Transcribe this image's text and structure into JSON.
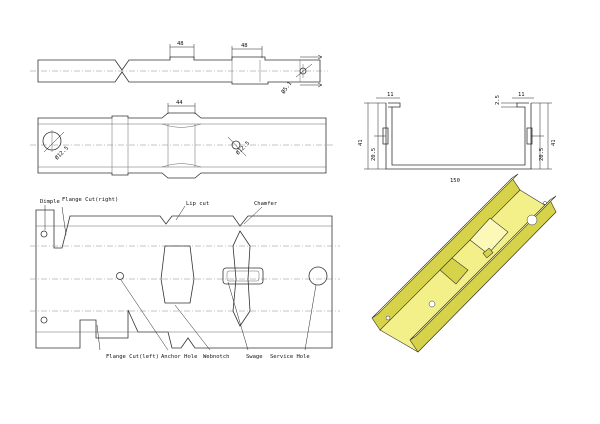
{
  "views": {
    "top": {
      "dims": [
        "48",
        "48"
      ],
      "hole_dim": "Ø5.1"
    },
    "front": {
      "dims": [
        "44"
      ],
      "hole_dims": [
        "Ø12.5",
        "Ø12.5"
      ]
    },
    "section": {
      "width_label": "11",
      "width_label_right": "11",
      "height": "41",
      "half": "20.5",
      "small": "2.5",
      "span": "150"
    }
  },
  "labels": {
    "dimple": "Dimple",
    "flange_cut_right": "Flange Cut(right)",
    "lip_cut": "Lip cut",
    "chamfer": "Chamfer",
    "flange_cut_left": "Flange Cut(left)",
    "anchor_hole": "Anchor Hole",
    "webnotch": "Webnotch",
    "swage": "Swage",
    "service_hole": "Service Hole"
  }
}
